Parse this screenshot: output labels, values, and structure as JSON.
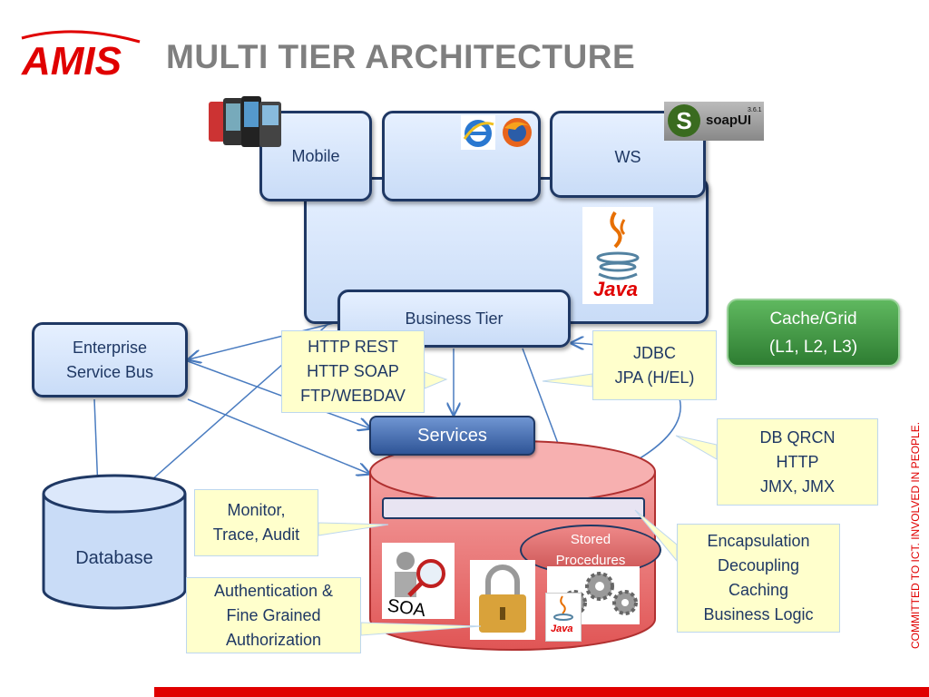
{
  "header": {
    "logo_text": "AMIS",
    "title": "MULTI TIER ARCHITECTURE"
  },
  "clients": {
    "mobile": "Mobile",
    "browser": "",
    "ws": "WS",
    "soapui_label": "soapUI",
    "soapui_version": "3.6.1"
  },
  "tiers": {
    "business_tier": "Business Tier",
    "services": "Services",
    "esb": "Enterprise\nService Bus",
    "database": "Database",
    "cache_grid": "Cache/Grid\n(L1, L2, L3)",
    "stored_procedures": "Stored\nProcedures",
    "java_label": "Java"
  },
  "notes": {
    "protocols": "HTTP REST\nHTTP SOAP\nFTP/WEBDAV",
    "jdbc": "JDBC\nJPA (H/EL)",
    "db_qrcn": "DB QRCN\nHTTP\nJMX, JMX",
    "monitor": "Monitor,\nTrace, Audit",
    "encapsulation": "Encapsulation\nDecoupling\nCaching\nBusiness Logic",
    "auth": "Authentication &\nFine Grained\nAuthorization"
  },
  "sidebar_tagline": "COMMITTED TO ICT. INVOLVED IN PEOPLE.",
  "colors": {
    "title": "#7f7f7f",
    "box_border": "#1f3864",
    "box_fill": "#c9dcf7",
    "note_fill": "#ffffcc",
    "cache_green": "#2e7d32",
    "db_red": "#e06060",
    "brand_red": "#e00000"
  }
}
